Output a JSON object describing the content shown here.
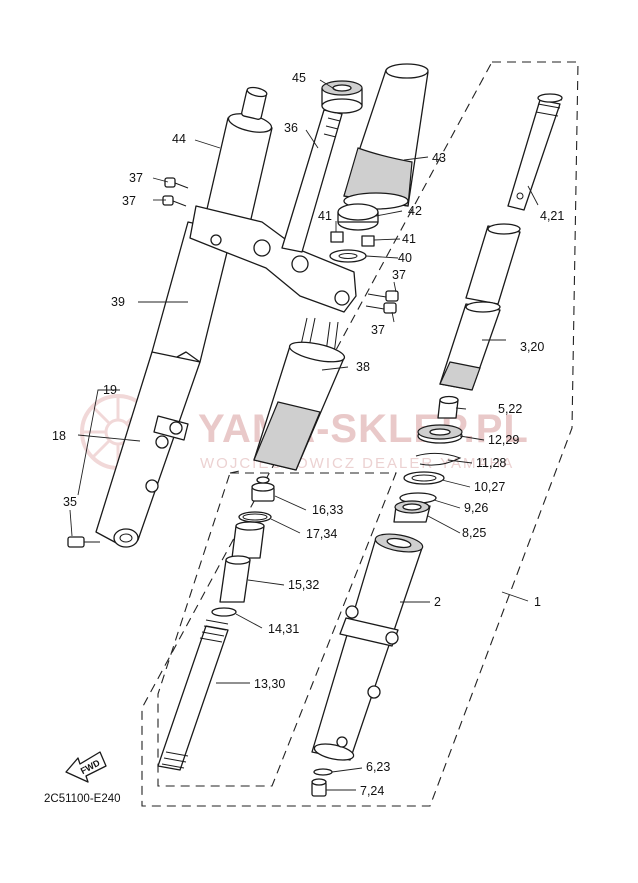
{
  "watermark": {
    "title": "YAMA-SKLEP.PL",
    "subtitle": "WOJCIECHOWICZ   DEALER YAMAHA"
  },
  "diagram_code": "2C51100-E240",
  "fwd_label": "FWD",
  "callouts": {
    "c1": "1",
    "c2": "2",
    "c3": "3,20",
    "c4": "4,21",
    "c5": "5,22",
    "c6": "6,23",
    "c7": "7,24",
    "c8": "8,25",
    "c9": "9,26",
    "c10": "10,27",
    "c11": "11,28",
    "c12": "12,29",
    "c13": "13,30",
    "c14": "14,31",
    "c15": "15,32",
    "c16": "16,33",
    "c17": "17,34",
    "c18": "18",
    "c19": "19",
    "c35": "35",
    "c36": "36",
    "c37a": "37",
    "c37b": "37",
    "c37c": "37",
    "c37d": "37",
    "c38": "38",
    "c39": "39",
    "c40": "40",
    "c41a": "41",
    "c41b": "41",
    "c42": "42",
    "c43": "43",
    "c44": "44",
    "c45": "45"
  }
}
